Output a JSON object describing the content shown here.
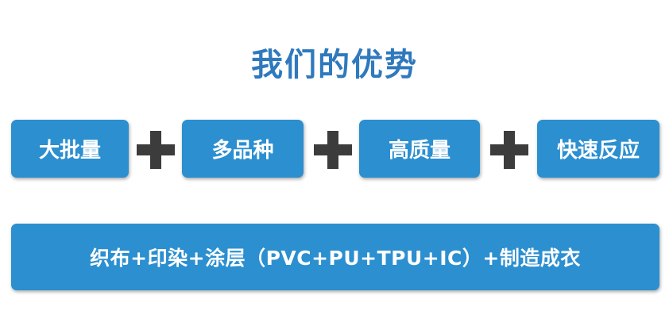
{
  "title": "我们的优势",
  "features": [
    "大批量",
    "多品种",
    "高质量",
    "快速反应"
  ],
  "plus_symbol": "+",
  "banner": "织布+印染+涂层（PVC+PU+TPU+IC）+制造成衣",
  "colors": {
    "title": "#2f79bd",
    "box_fill": "#2b8fd0",
    "box_text": "#ffffff",
    "plus": "#3c3c3c"
  }
}
